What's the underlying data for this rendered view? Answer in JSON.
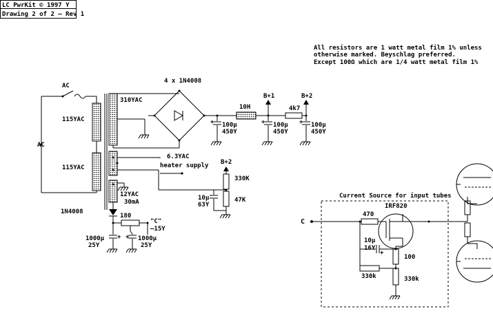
{
  "title_block": {
    "line1": "LC PwrKit © 1997 Y",
    "line2": "Drawing 2 of 2 – Rev 1"
  },
  "notes": [
    "All resistors are 1 watt metal film 1% unless",
    "otherwise marked. Beyschlag preferred.",
    "Except 100Ω which are 1/4 watt metal film 1%"
  ],
  "labels": {
    "ac_switch": "AC",
    "ac_input": "AC",
    "primary_top": "115YAC",
    "primary_bottom": "115YAC",
    "sec_hv": "310YAC",
    "sec_heater_v": "6.3YAC",
    "sec_heater_desc": "heater supply",
    "sec_bias_v": "12YAC",
    "sec_bias_i": "30mA",
    "bridge": "4 x 1N4008",
    "c1_val": "100µ",
    "c1_v": "450Y",
    "choke": "10H",
    "bplus1": "B+1",
    "c2_val": "100µ",
    "c2_v": "450Y",
    "r_4k7": "4k7",
    "bplus2": "B+2",
    "c3_val": "100µ",
    "c3_v": "450Y",
    "bplus2_div": "B+2",
    "r_330k": "330K",
    "r_47k": "47K",
    "c_10u_val": "10µ",
    "c_10u_v": "63Y",
    "diode": "1N4008",
    "r_180": "180",
    "bias_name": "\"C\"",
    "bias_v": "–15Y",
    "c_1000a_val": "1000µ",
    "c_1000a_v": "25Y",
    "c_1000b_val": "1000µ",
    "c_1000b_v": "25Y",
    "cs_title": "Current Source for input tubes",
    "cs_input": "C",
    "mosfet": "IRF820",
    "r_470": "470",
    "cs_cap_val": "10µ",
    "cs_cap_v": "16Y",
    "r_100": "100",
    "r_330k_a": "330k",
    "r_330k_b": "330k"
  }
}
